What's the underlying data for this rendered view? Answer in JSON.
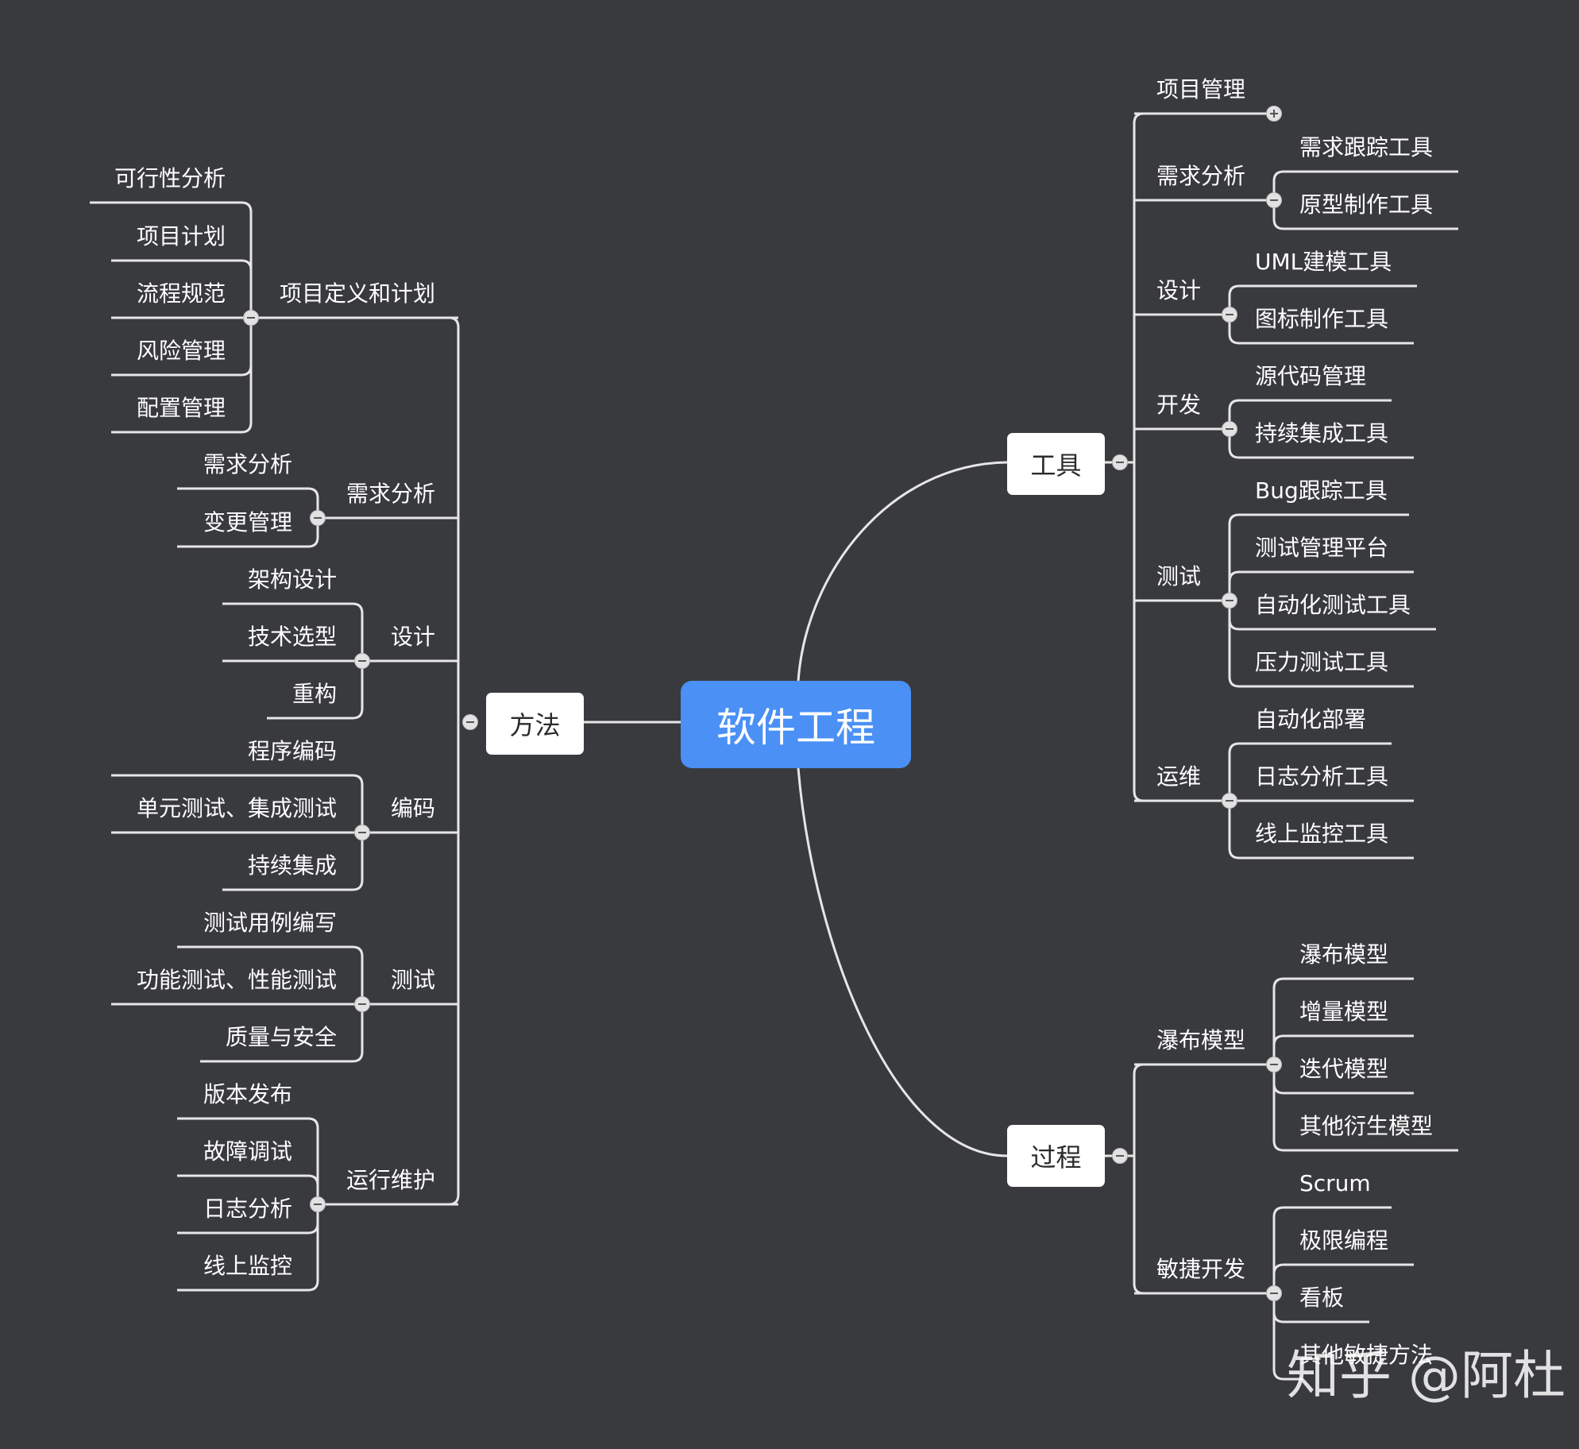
{
  "root": "软件工程",
  "methods": {
    "label": "方法",
    "groups": [
      {
        "label": "项目定义和计划",
        "items": [
          "可行性分析",
          "项目计划",
          "流程规范",
          "风险管理",
          "配置管理"
        ]
      },
      {
        "label": "需求分析",
        "items": [
          "需求分析",
          "变更管理"
        ]
      },
      {
        "label": "设计",
        "items": [
          "架构设计",
          "技术选型",
          "重构"
        ]
      },
      {
        "label": "编码",
        "items": [
          "程序编码",
          "单元测试、集成测试",
          "持续集成"
        ]
      },
      {
        "label": "测试",
        "items": [
          "测试用例编写",
          "功能测试、性能测试",
          "质量与安全"
        ]
      },
      {
        "label": "运行维护",
        "items": [
          "版本发布",
          "故障调试",
          "日志分析",
          "线上监控"
        ]
      }
    ]
  },
  "tools": {
    "label": "工具",
    "groups": [
      {
        "label": "项目管理",
        "collapsed": true,
        "items": []
      },
      {
        "label": "需求分析",
        "items": [
          "需求跟踪工具",
          "原型制作工具"
        ]
      },
      {
        "label": "设计",
        "items": [
          "UML建模工具",
          "图标制作工具"
        ]
      },
      {
        "label": "开发",
        "items": [
          "源代码管理",
          "持续集成工具"
        ]
      },
      {
        "label": "测试",
        "items": [
          "Bug跟踪工具",
          "测试管理平台",
          "自动化测试工具",
          "压力测试工具"
        ]
      },
      {
        "label": "运维",
        "items": [
          "自动化部署",
          "日志分析工具",
          "线上监控工具"
        ]
      }
    ]
  },
  "process": {
    "label": "过程",
    "groups": [
      {
        "label": "瀑布模型",
        "items": [
          "瀑布模型",
          "增量模型",
          "迭代模型",
          "其他衍生模型"
        ]
      },
      {
        "label": "敏捷开发",
        "items": [
          "Scrum",
          "极限编程",
          "看板",
          "其他敏捷方法"
        ]
      }
    ]
  },
  "watermark": "知乎 @阿杜",
  "colors": {
    "background": "#393a3e",
    "root": "#4a90f5",
    "line": "#e6e6e6",
    "text": "#ffffff"
  }
}
